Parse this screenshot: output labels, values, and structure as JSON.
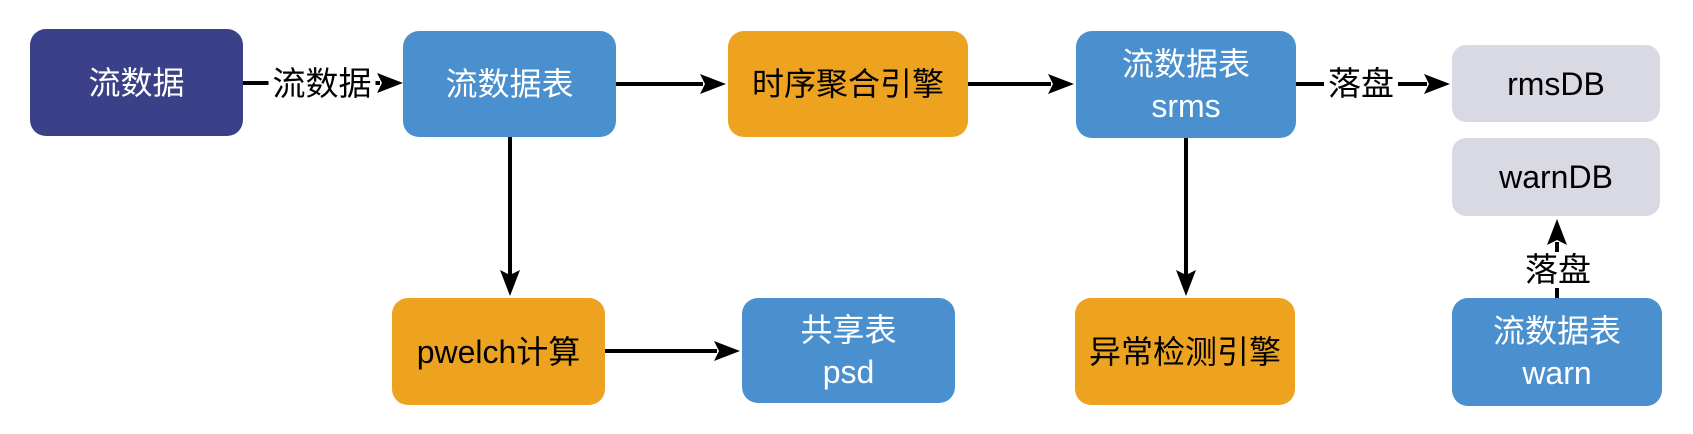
{
  "diagram": {
    "title": "stream-data-processing-flow",
    "colors": {
      "background": "#FFFFFF",
      "source_node": "#3B4189",
      "stream_table_node": "#4A90CE",
      "engine_node": "#EEA320",
      "db_node": "#D9D9E3",
      "arrow": "#000000"
    },
    "nodes": {
      "source": {
        "label": "流数据",
        "color": "#3B4189",
        "text_color": "#FFFFFF"
      },
      "stream_table": {
        "label": "流数据表",
        "color": "#4A90CE",
        "text_color": "#FFFFFF"
      },
      "ts_agg_engine": {
        "label": "时序聚合引擎",
        "color": "#EEA320",
        "text_color": "#000000"
      },
      "srms_table": {
        "label": "流数据表",
        "sublabel": "srms",
        "color": "#4A90CE",
        "text_color": "#FFFFFF"
      },
      "rms_db": {
        "label": "rmsDB",
        "color": "#D9D9E3",
        "text_color": "#000000"
      },
      "warn_db": {
        "label": "warnDB",
        "color": "#D9D9E3",
        "text_color": "#000000"
      },
      "pwelch": {
        "label": "pwelch计算",
        "color": "#EEA320",
        "text_color": "#000000"
      },
      "psd_table": {
        "label": "共享表",
        "sublabel": "psd",
        "color": "#4A90CE",
        "text_color": "#FFFFFF"
      },
      "anomaly_engine": {
        "label": "异常检测引擎",
        "color": "#EEA320",
        "text_color": "#000000"
      },
      "warn_table": {
        "label": "流数据表",
        "sublabel": "warn",
        "color": "#4A90CE",
        "text_color": "#FFFFFF"
      }
    },
    "edge_labels": {
      "source_to_stream": "流数据",
      "srms_to_rmsdb": "落盘",
      "warn_to_warndb": "落盘"
    }
  }
}
